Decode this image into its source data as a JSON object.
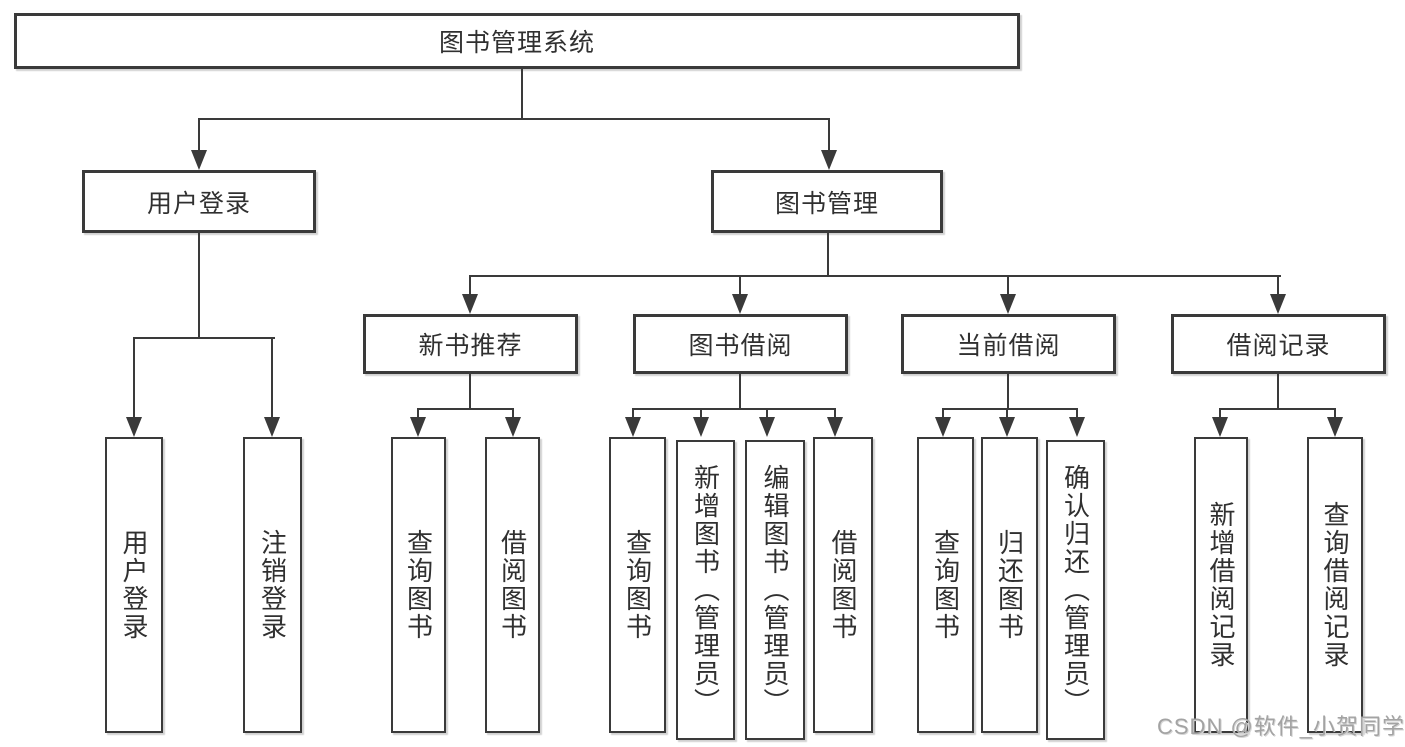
{
  "colors": {
    "line": "#3a3a3a",
    "text": "#303030",
    "background": "#ffffff",
    "watermark": "#a3a3a3"
  },
  "root": {
    "label": "图书管理系统"
  },
  "branches": [
    {
      "label": "用户登录",
      "children": [
        {
          "label": "用户登录"
        },
        {
          "label": "注销登录"
        }
      ]
    },
    {
      "label": "图书管理",
      "children": [
        {
          "label": "新书推荐",
          "children": [
            {
              "label": "查询图书"
            },
            {
              "label": "借阅图书"
            }
          ]
        },
        {
          "label": "图书借阅",
          "children": [
            {
              "label": "查询图书"
            },
            {
              "label": "新增图书（管理员）"
            },
            {
              "label": "编辑图书（管理员）"
            },
            {
              "label": "借阅图书"
            }
          ]
        },
        {
          "label": "当前借阅",
          "children": [
            {
              "label": "查询图书"
            },
            {
              "label": "归还图书"
            },
            {
              "label": "确认归还（管理员）"
            }
          ]
        },
        {
          "label": "借阅记录",
          "children": [
            {
              "label": "新增借阅记录"
            },
            {
              "label": "查询借阅记录"
            }
          ]
        }
      ]
    }
  ],
  "watermark": {
    "text": "CSDN @软件_小贺同学"
  }
}
